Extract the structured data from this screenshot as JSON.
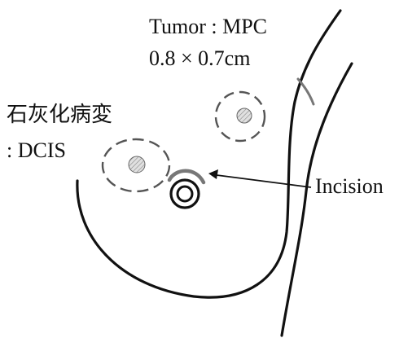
{
  "tumor": {
    "line1": "Tumor : MPC",
    "line2": "0.8 × 0.7cm"
  },
  "dcis": {
    "line1": "石灰化病変",
    "line2": ": DCIS"
  },
  "incision": {
    "label": "Incision"
  },
  "colors": {
    "outline": "#111111",
    "dashed_circle": "#555555",
    "lesion_fill": "#cccccc",
    "incision_mark": "#777777"
  }
}
